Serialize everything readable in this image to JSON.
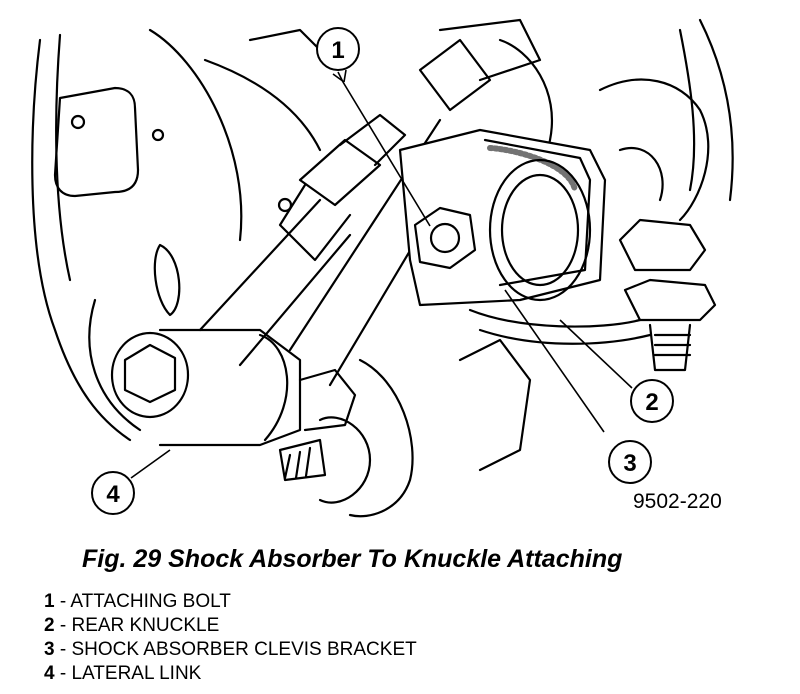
{
  "figure": {
    "code": "9502-220",
    "caption": "Fig. 29 Shock Absorber To Knuckle Attaching"
  },
  "callouts": [
    "1",
    "2",
    "3",
    "4"
  ],
  "legend": [
    {
      "num": "1",
      "sep": " - ",
      "label": "ATTACHING BOLT"
    },
    {
      "num": "2",
      "sep": " - ",
      "label": "REAR KNUCKLE"
    },
    {
      "num": "3",
      "sep": " - ",
      "label": "SHOCK ABSORBER CLEVIS BRACKET"
    },
    {
      "num": "4",
      "sep": " - ",
      "label": "LATERAL LINK"
    }
  ]
}
